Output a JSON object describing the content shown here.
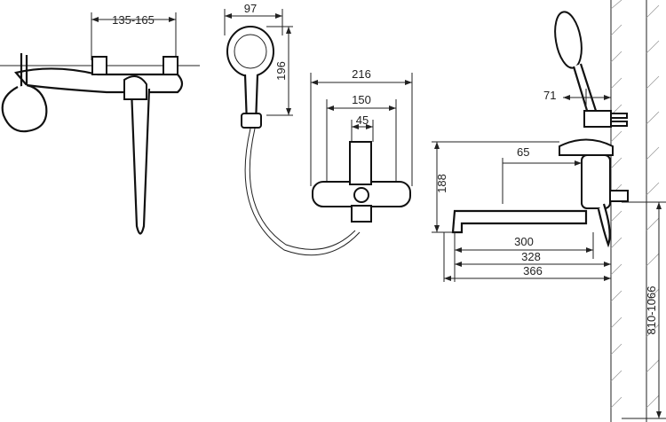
{
  "dimensions": {
    "mount_spacing": "135-165",
    "head_width": "97",
    "head_height": "196",
    "body_overall": "216",
    "body_mid": "150",
    "body_inner": "45",
    "wall_offset": "71",
    "spout_offset": "65",
    "height": "188",
    "spout_300": "300",
    "spout_328": "328",
    "spout_366": "366",
    "mount_height": "810-1066"
  }
}
